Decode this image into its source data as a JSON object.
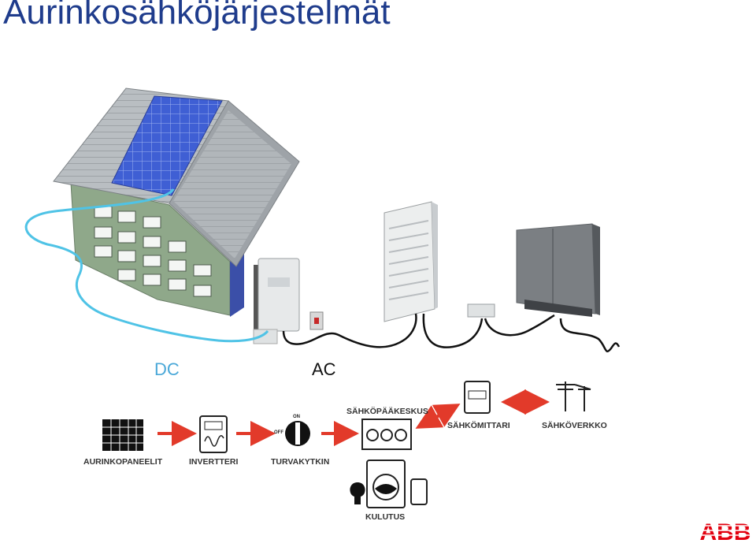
{
  "title": "Aurinkosähköjärjestelmät",
  "labels": {
    "dc": "DC",
    "ac": "AC"
  },
  "flow": {
    "solar_panels": "AURINKOPANEELIT",
    "inverter": "INVERTTERI",
    "safety_switch": "TURVAKYTKIN",
    "switch_on": "ON",
    "switch_off": "OFF",
    "main_panel": "SÄHKÖPÄÄKESKUS",
    "meter": "SÄHKÖMITTARI",
    "grid": "SÄHKÖVERKKO",
    "consumption": "KULUTUS"
  },
  "brand": "ABB",
  "colors": {
    "title": "#1f3c8c",
    "dc_cable": "#4fc3e6",
    "arrow": "#e23a2a",
    "abb_red": "#e2000f"
  }
}
